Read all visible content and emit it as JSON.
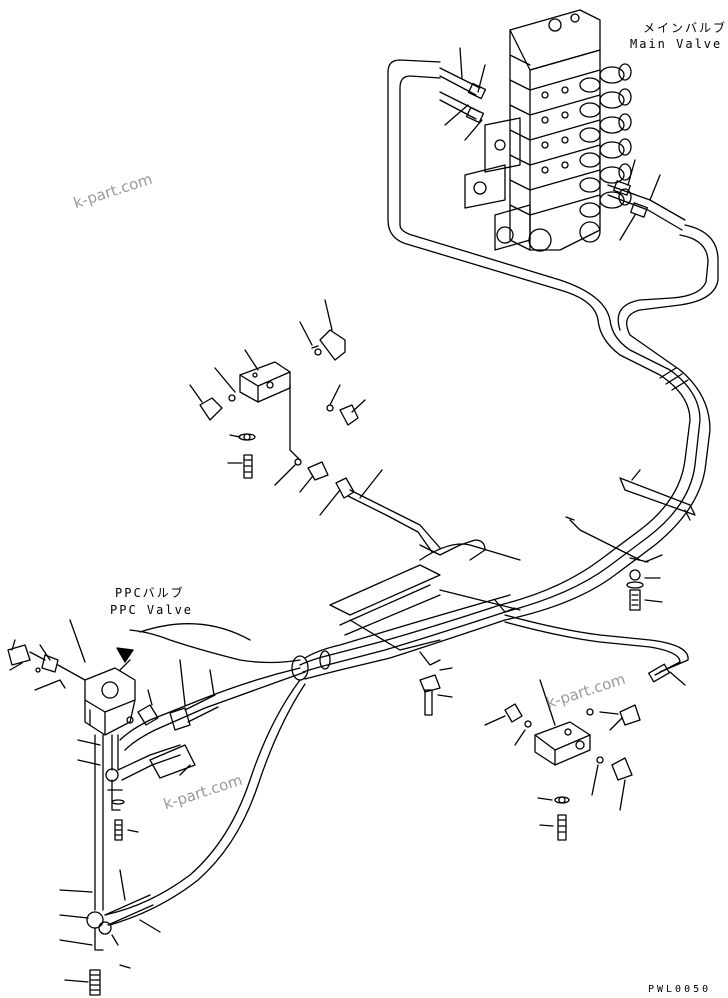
{
  "labels": {
    "main_valve_jp": "メインバルブ",
    "main_valve_en": "Main Valve",
    "ppc_valve_jp": "PPCバルブ",
    "ppc_valve_en": "PPC Valve"
  },
  "watermarks": [
    "k-part.com",
    "k-part.com",
    "k-part.com"
  ],
  "drawing_code": "PWL0050"
}
